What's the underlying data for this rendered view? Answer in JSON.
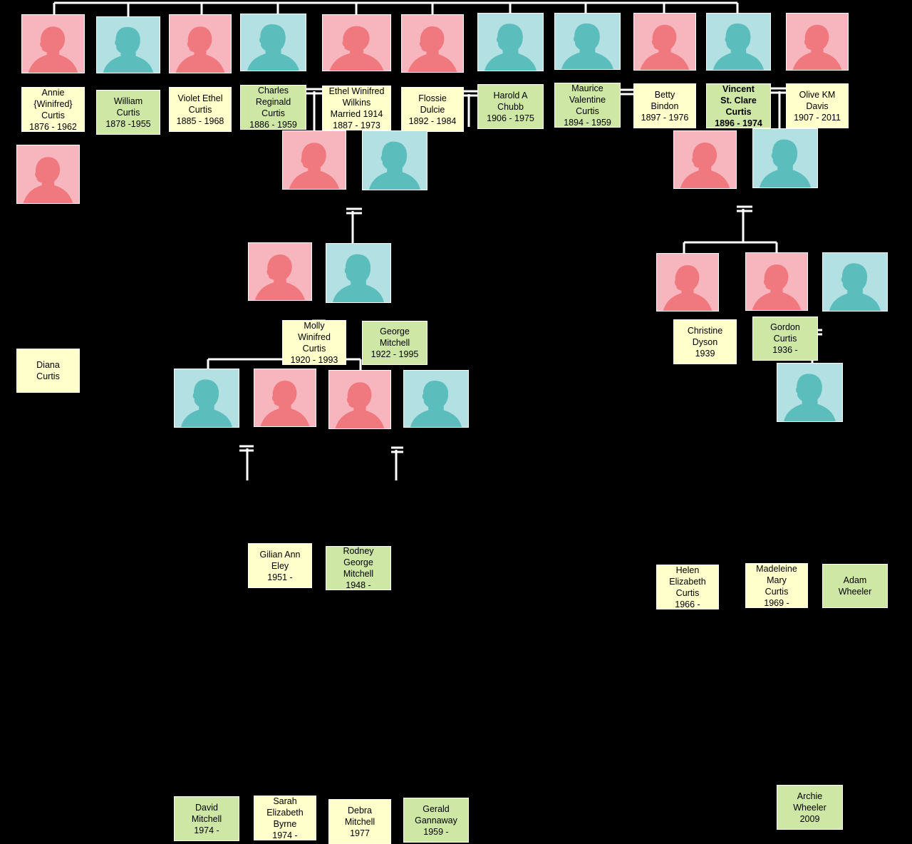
{
  "people": {
    "annie": {
      "lines": [
        "Annie",
        "{Winifred}",
        "Curtis",
        "1876 - 1962"
      ],
      "gender": "female"
    },
    "william": {
      "lines": [
        "William",
        "Curtis",
        "1878 -1955"
      ],
      "gender": "male"
    },
    "violet": {
      "lines": [
        "Violet Ethel",
        "Curtis",
        "1885 - 1968"
      ],
      "gender": "female"
    },
    "charles": {
      "lines": [
        "Charles",
        "Reginald",
        "Curtis",
        "1886 - 1959"
      ],
      "gender": "male"
    },
    "ethel": {
      "lines": [
        "Ethel Winifred",
        "Wilkins",
        "Married 1914",
        "1887 - 1973"
      ],
      "gender": "female"
    },
    "flossie": {
      "lines": [
        "Flossie",
        "Dulcie",
        "1892 - 1984"
      ],
      "gender": "female"
    },
    "harold": {
      "lines": [
        "Harold A",
        "Chubb",
        "1906 - 1975"
      ],
      "gender": "male"
    },
    "maurice": {
      "lines": [
        "Maurice",
        "Valentine",
        "Curtis",
        "1894 - 1959"
      ],
      "gender": "male"
    },
    "betty": {
      "lines": [
        "Betty",
        "Bindon",
        "1897 - 1976"
      ],
      "gender": "female"
    },
    "vincent": {
      "lines": [
        "Vincent",
        "St. Clare",
        "Curtis",
        "1896 - 1974"
      ],
      "gender": "male"
    },
    "olive": {
      "lines": [
        "Olive KM",
        "Davis",
        "1907 - 2011"
      ],
      "gender": "female"
    },
    "diana": {
      "lines": [
        "Diana",
        "Curtis"
      ],
      "gender": "female"
    },
    "molly": {
      "lines": [
        "Molly",
        "Winifred",
        "Curtis",
        "1920 - 1993"
      ],
      "gender": "female"
    },
    "george": {
      "lines": [
        "George",
        "Mitchell",
        "1922 - 1995"
      ],
      "gender": "male"
    },
    "christine": {
      "lines": [
        "Christine",
        "Dyson",
        "1939"
      ],
      "gender": "female"
    },
    "gordon": {
      "lines": [
        "Gordon",
        "Curtis",
        "1936 -"
      ],
      "gender": "male"
    },
    "gilian": {
      "lines": [
        "Gilian Ann",
        "Eley",
        "1951 -"
      ],
      "gender": "female"
    },
    "rodney": {
      "lines": [
        "Rodney",
        "George",
        "Mitchell",
        "1948 -"
      ],
      "gender": "male"
    },
    "helen": {
      "lines": [
        "Helen",
        "Elizabeth",
        "Curtis",
        "1966 -"
      ],
      "gender": "female"
    },
    "madeleine": {
      "lines": [
        "Madeleine",
        "Mary",
        "Curtis",
        "1969 -"
      ],
      "gender": "female"
    },
    "adam": {
      "lines": [
        "Adam",
        "Wheeler"
      ],
      "gender": "male"
    },
    "david": {
      "lines": [
        "David",
        "Mitchell",
        "1974 -"
      ],
      "gender": "male"
    },
    "sarah": {
      "lines": [
        "Sarah",
        "Elizabeth",
        "Byrne",
        "1974 -"
      ],
      "gender": "female"
    },
    "debra": {
      "lines": [
        "Debra",
        "Mitchell",
        "1977"
      ],
      "gender": "female"
    },
    "gerald": {
      "lines": [
        "Gerald",
        "Gannaway",
        "1959 -"
      ],
      "gender": "male"
    },
    "archie": {
      "lines": [
        "Archie",
        "Wheeler",
        "2009"
      ],
      "gender": "male"
    }
  },
  "colors": {
    "background": "#000000",
    "female_photo": "#f7b6bd",
    "female_silhouette": "#f0797f",
    "male_photo": "#b3e0e3",
    "male_silhouette": "#5cbdbd",
    "label_cream": "#ffffcc",
    "label_green": "#cfe7a5",
    "connector": "#ffffff"
  }
}
